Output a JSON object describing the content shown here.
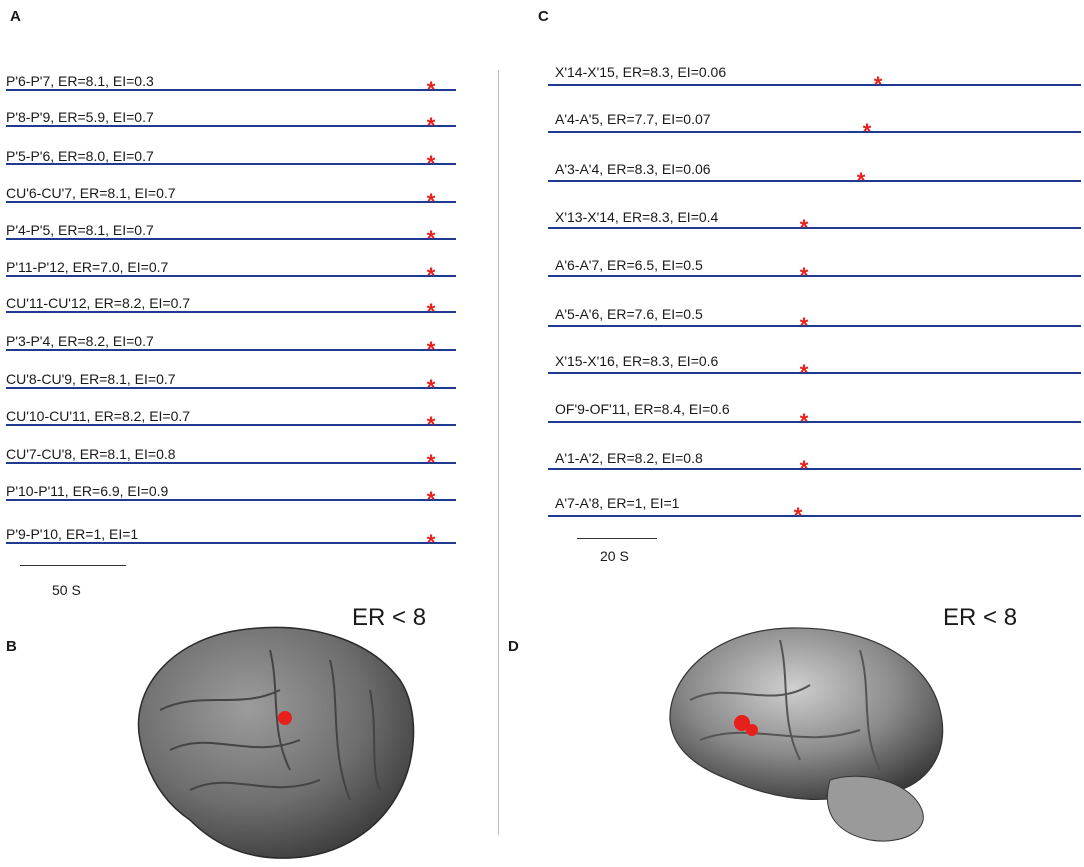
{
  "panels": {
    "a": "A",
    "b": "B",
    "c": "C",
    "d": "D"
  },
  "panel_a": {
    "traces": [
      "P'6-P'7, ER=8.1, EI=0.3",
      "P'8-P'9, ER=5.9, EI=0.7",
      "P'5-P'6, ER=8.0, EI=0.7",
      "CU'6-CU'7, ER=8.1, EI=0.7",
      "P'4-P'5, ER=8.1, EI=0.7",
      "P'11-P'12, ER=7.0, EI=0.7",
      "CU'11-CU'12, ER=8.2, EI=0.7",
      "P'3-P'4, ER=8.2, EI=0.7",
      "CU'8-CU'9, ER=8.1, EI=0.7",
      "CU'10-CU'11, ER=8.2, EI=0.7",
      "CU'7-CU'8, ER=8.1, EI=0.8",
      "P'10-P'11, ER=6.9, EI=0.9",
      "P'9-P'10, ER=1, EI=1"
    ],
    "scale_label": "50 S"
  },
  "panel_c": {
    "traces": [
      "X'14-X'15, ER=8.3, EI=0.06",
      "A'4-A'5, ER=7.7, EI=0.07",
      "A'3-A'4, ER=8.3, EI=0.06",
      "X'13-X'14, ER=8.3, EI=0.4",
      "A'6-A'7, ER=6.5, EI=0.5",
      "A'5-A'6, ER=7.6, EI=0.5",
      "X'15-X'16, ER=8.3, EI=0.6",
      "OF'9-OF'11, ER=8.4, EI=0.6",
      "A'1-A'2, ER=8.2, EI=0.8",
      "A'7-A'8, ER=1, EI=1"
    ],
    "scale_label": "20 S"
  },
  "panel_b": {
    "title": "ER < 8"
  },
  "panel_d": {
    "title": "ER < 8"
  },
  "colors": {
    "trace": "#1f3a8f",
    "marker": "#e8201c"
  }
}
